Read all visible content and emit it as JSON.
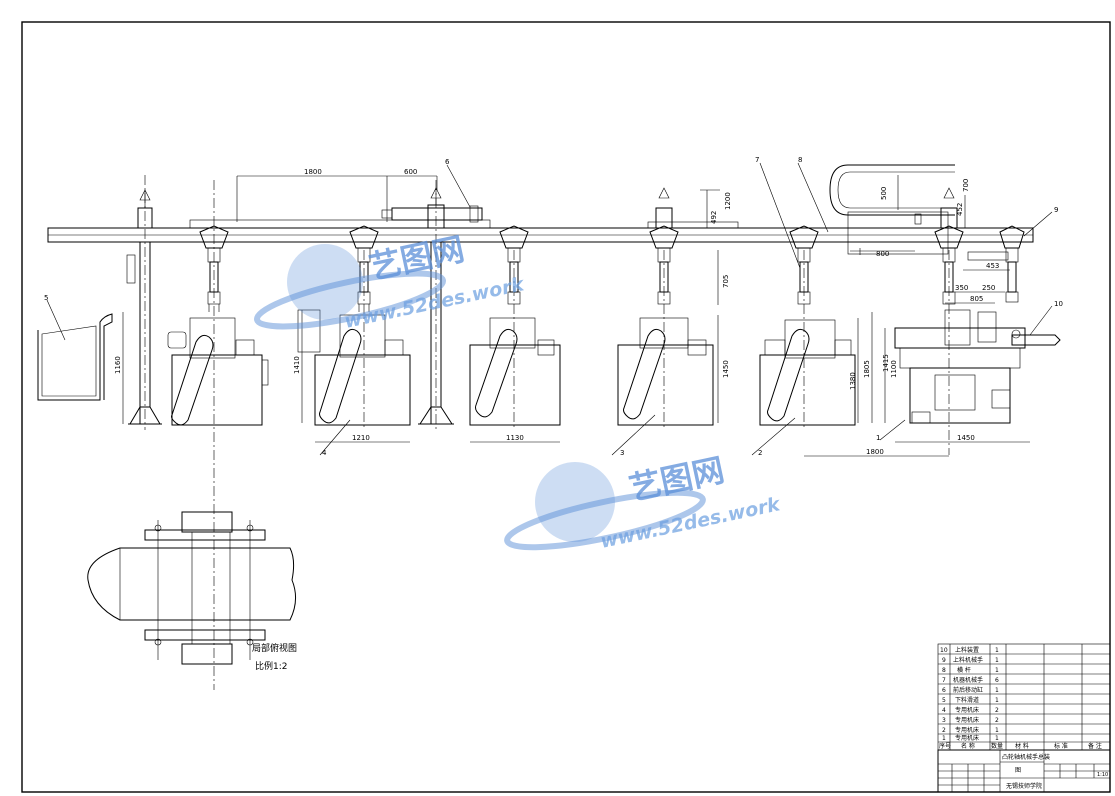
{
  "dimensions": {
    "d1800_top": "1800",
    "d600": "600",
    "d1200": "1200",
    "d492": "492",
    "d705": "705",
    "d1450_mid": "1450",
    "d500": "500",
    "d700": "700",
    "d452": "452",
    "d800": "800",
    "d453": "453",
    "d350": "350",
    "d250": "250",
    "d805": "805",
    "d1160": "1160",
    "d1410": "1410",
    "d1210": "1210",
    "d1130": "1130",
    "d1380": "1380",
    "d1805": "1805",
    "d1800_bottom": "1800",
    "d1100": "1100",
    "d1415": "1415",
    "d1450_right": "1450"
  },
  "callouts": [
    "1",
    "2",
    "3",
    "4",
    "5",
    "6",
    "7",
    "8",
    "9",
    "10"
  ],
  "detail_view": {
    "title": "局部俯视图",
    "scale": "比例1:2"
  },
  "watermarks": [
    {
      "brand": "艺图网",
      "url": "www.52des.work"
    },
    {
      "brand": "艺图网",
      "url": "www.52des.work"
    }
  ],
  "bom": {
    "headers": [
      "序号",
      "名 称",
      "数量",
      "材 料",
      "标 准",
      "备 注"
    ],
    "rows": [
      {
        "no": "10",
        "name": "上料装置",
        "qty": "1"
      },
      {
        "no": "9",
        "name": "上料机械手",
        "qty": "1"
      },
      {
        "no": "8",
        "name": "横 杆",
        "qty": "1"
      },
      {
        "no": "7",
        "name": "机器机械手",
        "qty": "6"
      },
      {
        "no": "6",
        "name": "前后移动缸",
        "qty": "1"
      },
      {
        "no": "5",
        "name": "下料滑道",
        "qty": "1"
      },
      {
        "no": "4",
        "name": "专用机床",
        "qty": "2"
      },
      {
        "no": "3",
        "name": "专用机床",
        "qty": "2"
      },
      {
        "no": "2",
        "name": "专用机床",
        "qty": "1"
      },
      {
        "no": "1",
        "name": "专用机床",
        "qty": "1"
      }
    ]
  },
  "title_block": {
    "drawing_name": "凸轮轴机械手总装",
    "drawing_name2": "图",
    "school": "无锡技师学院",
    "scale_value": "1:10"
  }
}
